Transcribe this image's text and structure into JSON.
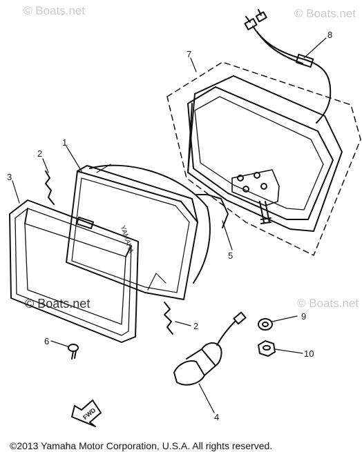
{
  "watermarks": [
    "© Boats.net",
    "© Boats.net",
    "© Boats.net",
    "© Boats.net"
  ],
  "callouts": [
    "1",
    "2",
    "2",
    "3",
    "4",
    "5",
    "6",
    "7",
    "8",
    "9",
    "10"
  ],
  "lens_text": "YAMAHA",
  "fwd_label": "FWD",
  "copyright": "©2013 Yamaha Motor Corporation, U.S.A. All rights reserved."
}
